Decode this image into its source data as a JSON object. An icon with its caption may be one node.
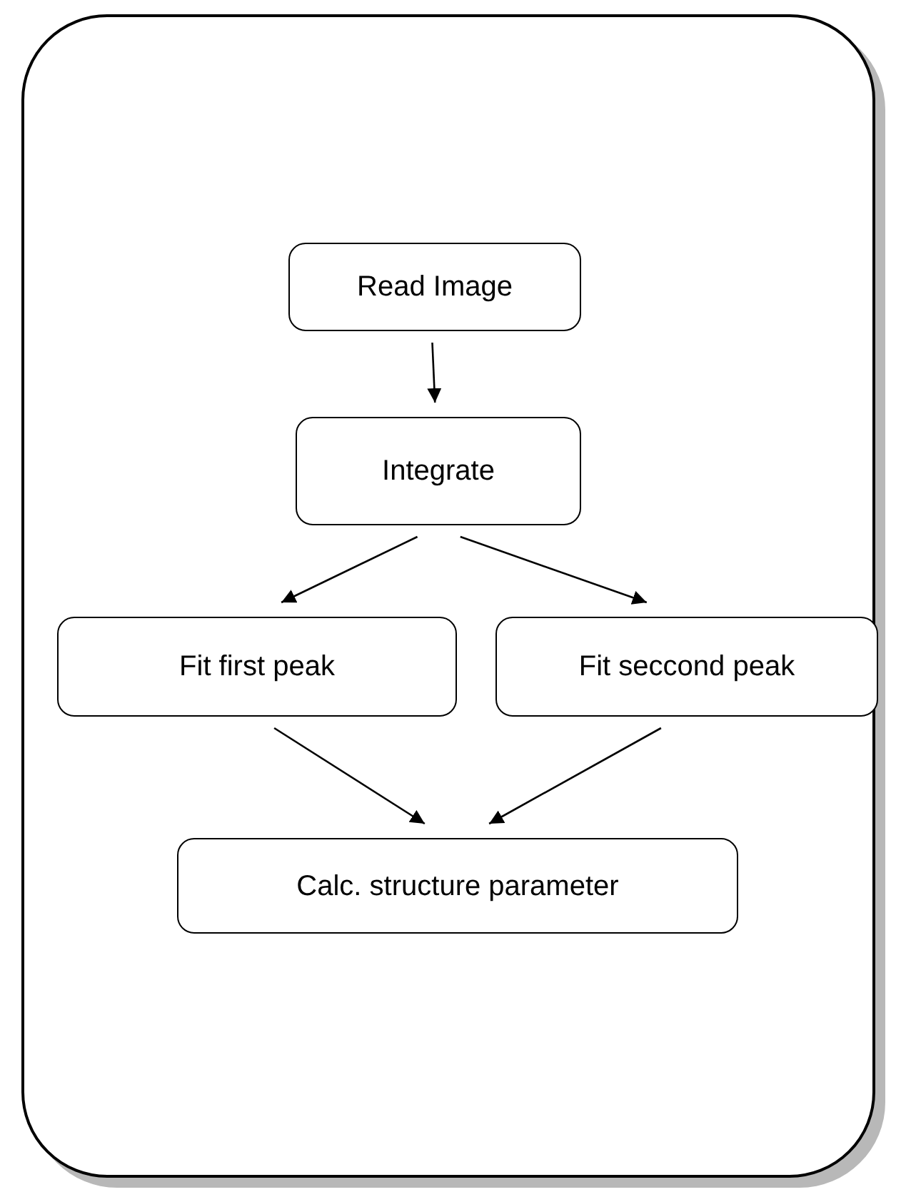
{
  "diagram": {
    "nodes": [
      {
        "text": [],
        "shape": "box"
      },
      {
        "text": [
          "Read Image"
        ],
        "in": 0
      },
      {
        "text": [
          "Integrate"
        ],
        "in": 0
      },
      {
        "text": [
          "Fit first peak"
        ],
        "in": 0
      },
      {
        "text": [
          "Fit seccond peak"
        ],
        "in": 0
      },
      {
        "text": [
          "Calc. structure parameter"
        ],
        "in": 0
      }
    ],
    "edges": [
      {
        "from": 1,
        "to": 2,
        "arrow": "to"
      },
      {
        "from": 2,
        "to": 3,
        "arrow": "to"
      },
      {
        "from": 2,
        "to": 4,
        "arrow": "to"
      },
      {
        "from": 3,
        "to": 5,
        "arrow": "to"
      },
      {
        "from": 4,
        "to": 5,
        "arrow": "to"
      }
    ]
  }
}
